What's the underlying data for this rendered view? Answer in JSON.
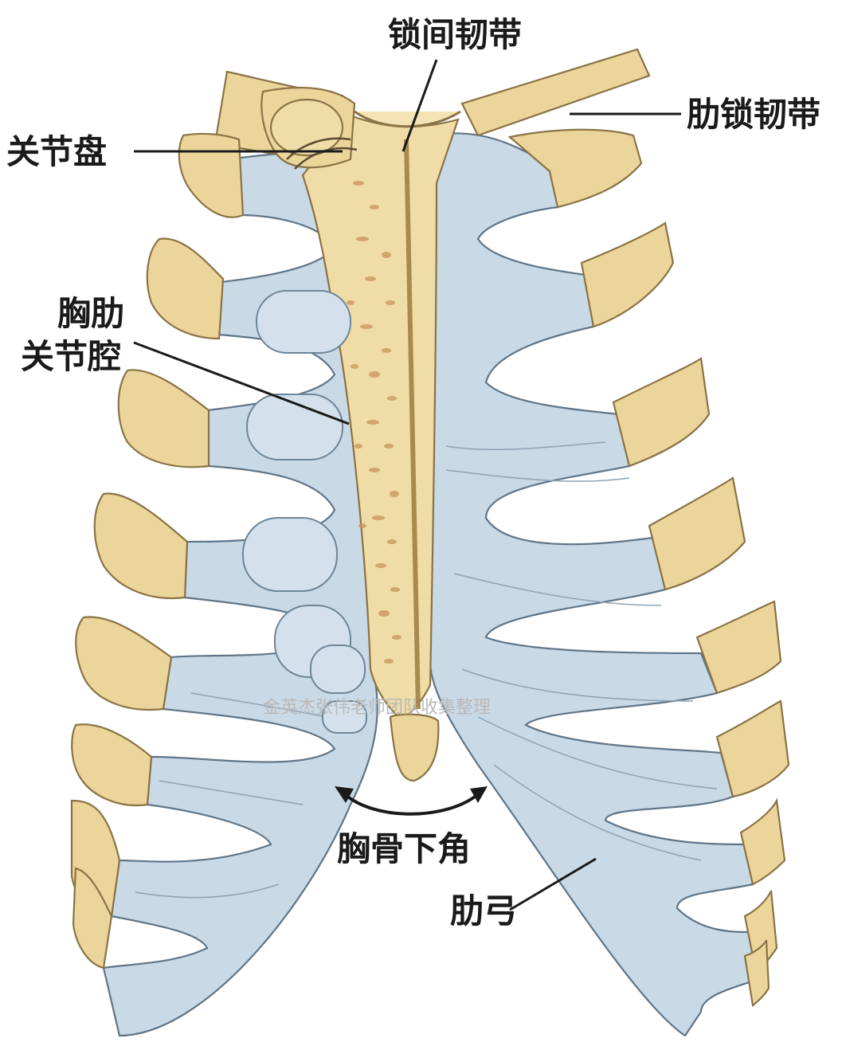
{
  "figure": {
    "labels": {
      "clavicular_ligament": "锁间韧带",
      "costoclavicular_ligament": "肋锁韧带",
      "articular_disc": "关节盘",
      "sternocostal_joint_cavity_line1": "胸肋",
      "sternocostal_joint_cavity_line2": "关节腔",
      "infrasternal_angle": "胸骨下角",
      "costal_arch": "肋弓"
    },
    "watermark": "金英杰张伟老师团队收集整理"
  },
  "colors": {
    "bone": "#ecd59a",
    "cartilage": "#c9d9e6",
    "outline": "#8a7346",
    "label_text": "#1a1a1a"
  }
}
